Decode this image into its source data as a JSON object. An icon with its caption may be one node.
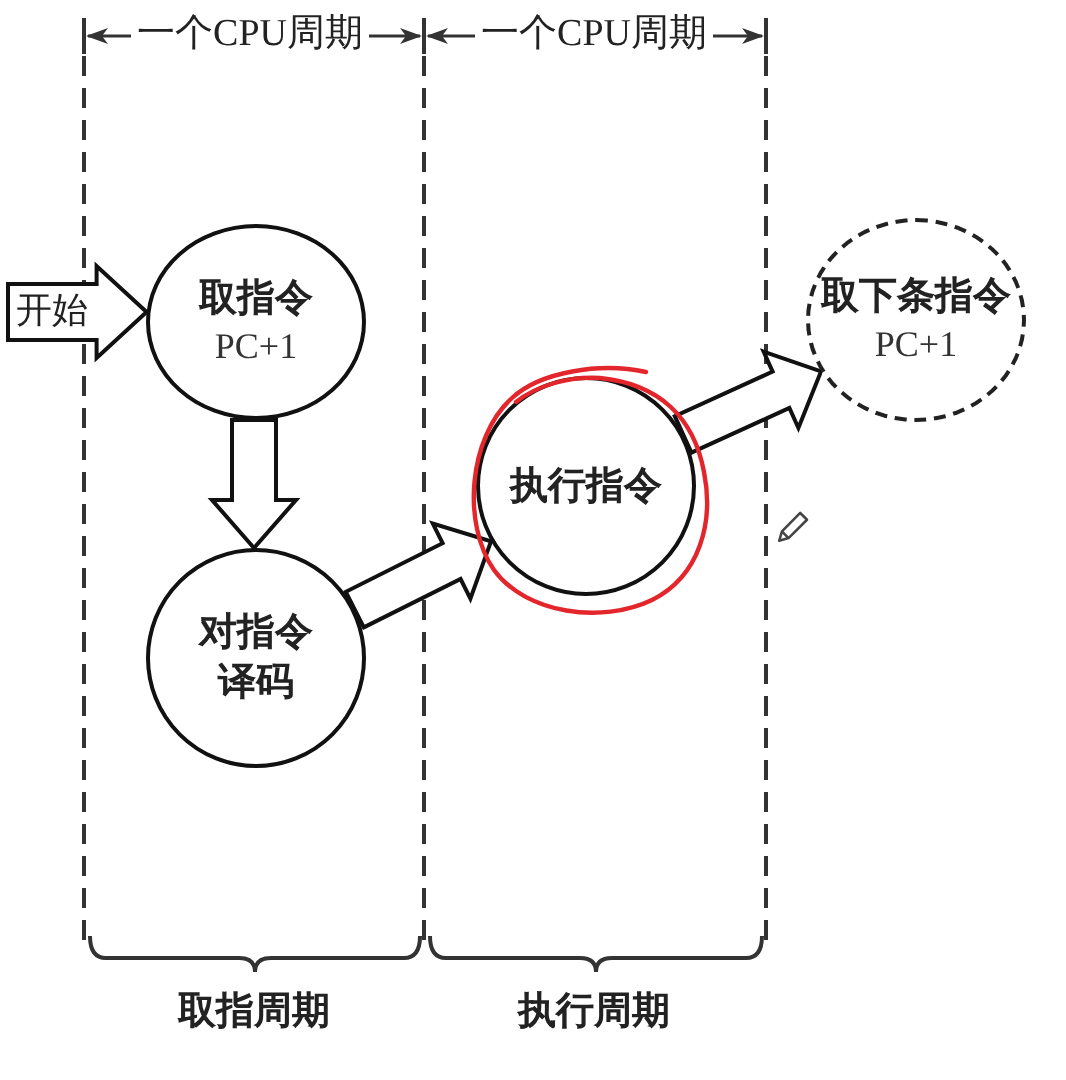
{
  "diagram": {
    "nodes": [
      {
        "text": [
          "取指令",
          "PC+1"
        ]
      },
      {
        "text": [
          "对指令译码"
        ]
      },
      {
        "text": [
          "执行指令"
        ]
      },
      {
        "text": [
          "取下条指令",
          "PC+1"
        ]
      }
    ],
    "edges": [
      {
        "from": null,
        "to": 0,
        "arrow": "to",
        "label": "开始"
      },
      {
        "from": 0,
        "to": 1,
        "arrow": "to"
      },
      {
        "from": 1,
        "to": 2,
        "arrow": "to"
      },
      {
        "from": 2,
        "to": 3,
        "arrow": "to"
      }
    ],
    "labels": [
      "一个CPU周期",
      "一个CPU周期",
      "取指周期",
      "执行周期"
    ]
  }
}
